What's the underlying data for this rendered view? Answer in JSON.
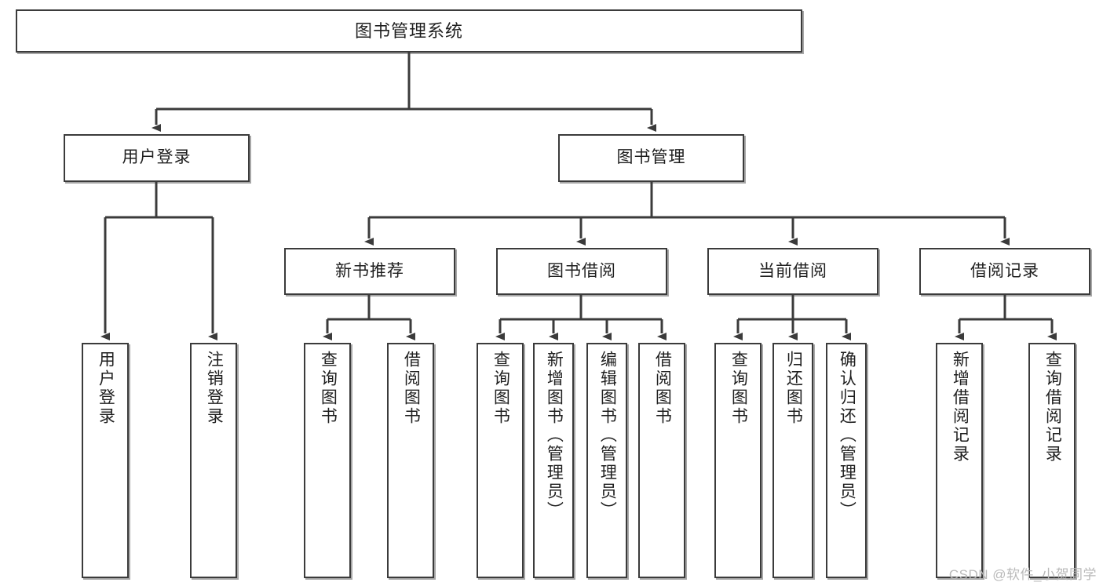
{
  "diagram": {
    "title": "图书管理系统",
    "type": "hierarchy-tree",
    "watermark": "CSDN @软件_小贺同学",
    "colors": {
      "box_border": "#3b3b3b",
      "box_fill": "#ffffff",
      "edge": "#3b3b3b",
      "text": "#1f1f1f",
      "watermark": "#b9b9b9",
      "background": "#ffffff"
    },
    "levels": {
      "root": {
        "label": "图书管理系统"
      },
      "level2": [
        {
          "label": "用户登录"
        },
        {
          "label": "图书管理"
        }
      ],
      "level3": [
        {
          "label": "新书推荐"
        },
        {
          "label": "图书借阅"
        },
        {
          "label": "当前借阅"
        },
        {
          "label": "借阅记录"
        }
      ],
      "leaves": [
        {
          "label": "用户登录",
          "parent": "用户登录"
        },
        {
          "label": "注销登录",
          "parent": "用户登录"
        },
        {
          "label": "查询图书",
          "parent": "新书推荐"
        },
        {
          "label": "借阅图书",
          "parent": "新书推荐"
        },
        {
          "label": "查询图书",
          "parent": "图书借阅"
        },
        {
          "label": "新增图书（管理员）",
          "parent": "图书借阅"
        },
        {
          "label": "编辑图书（管理员）",
          "parent": "图书借阅"
        },
        {
          "label": "借阅图书",
          "parent": "图书借阅"
        },
        {
          "label": "查询图书",
          "parent": "当前借阅"
        },
        {
          "label": "归还图书",
          "parent": "当前借阅"
        },
        {
          "label": "确认归还（管理员）",
          "parent": "当前借阅"
        },
        {
          "label": "新增借阅记录",
          "parent": "借阅记录"
        },
        {
          "label": "查询借阅记录",
          "parent": "借阅记录"
        }
      ]
    }
  }
}
